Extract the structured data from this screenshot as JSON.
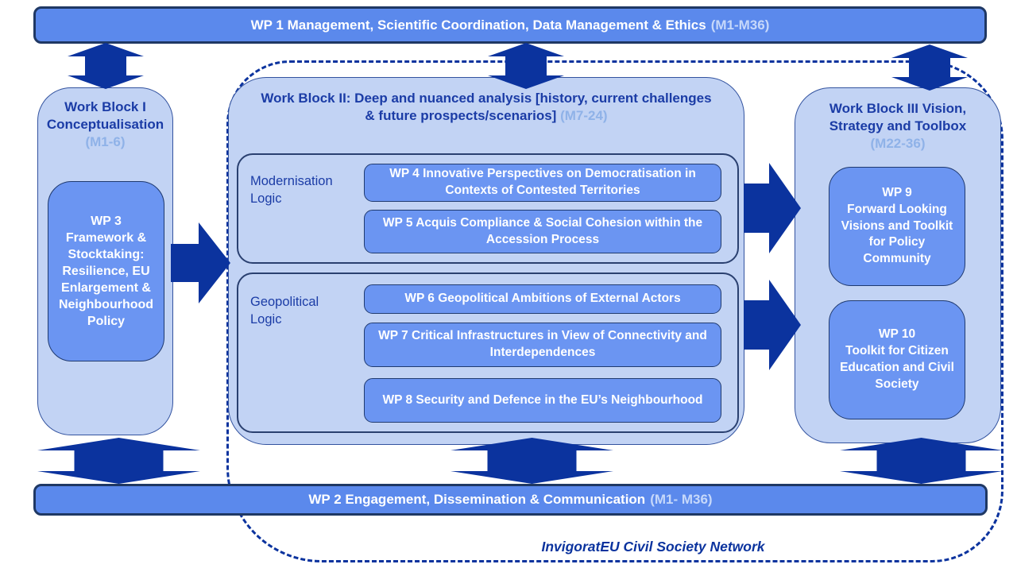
{
  "colors": {
    "navy": "#0b339e",
    "bar_fill": "#5b89ec",
    "bar_border": "#1f3864",
    "box_fill": "#6b95f2",
    "box_border": "#1f3a70",
    "panel_fill": "#c2d3f4",
    "panel_border": "#33539f",
    "group_border": "#2a4070",
    "heading_text": "#1b3ca6",
    "months_on_light": "#8fb2e8",
    "months_on_bar": "#c6d8fa",
    "wp_text": "#ffffff"
  },
  "wp1_bar": {
    "label": "WP 1 Management, Scientific Coordination, Data Management & Ethics",
    "months": "(M1-M36)"
  },
  "wp2_bar": {
    "label": "WP 2 Engagement, Dissemination & Communication",
    "months": "(M1- M36)"
  },
  "work_block_1": {
    "title": "Work Block I Conceptualisation",
    "months": "(M1-6)",
    "wp3": {
      "id": "WP 3",
      "text": "Framework & Stocktaking: Resilience, EU Enlargement & Neighbourhood Policy"
    }
  },
  "work_block_2": {
    "title": "Work Block II: Deep and nuanced analysis [history, current challenges & future prospects/scenarios]",
    "months": "(M7-24)",
    "modernisation": {
      "label": "Modernisation Logic",
      "wp4": "WP 4  Innovative Perspectives on Democratisation in Contexts of Contested Territories",
      "wp5": "WP 5 Acquis Compliance & Social Cohesion within the Accession Process"
    },
    "geopolitical": {
      "label": "Geopolitical Logic",
      "wp6": "WP 6 Geopolitical Ambitions of External Actors",
      "wp7": "WP 7 Critical Infrastructures in View of Connectivity and Interdependences",
      "wp8": "WP 8 Security and Defence in the EU’s Neighbourhood"
    }
  },
  "work_block_3": {
    "title": "Work Block III Vision, Strategy and Toolbox",
    "months": "(M22-36)",
    "wp9": {
      "id": "WP 9",
      "text": "Forward Looking Visions and Toolkit for Policy Community"
    },
    "wp10": {
      "id": "WP 10",
      "text": "Toolkit for Citizen Education and Civil Society"
    }
  },
  "network_label": "InvigoratEU Civil Society Network"
}
